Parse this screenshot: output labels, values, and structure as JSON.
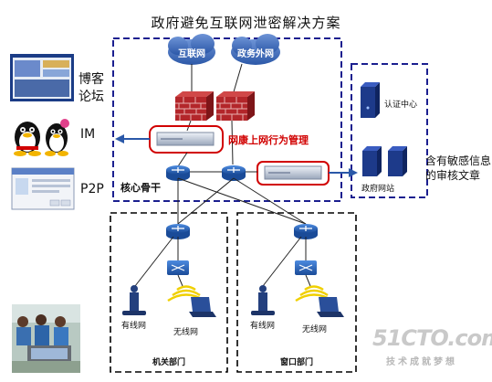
{
  "title": "政府避免互联网泄密解决方案",
  "clouds": {
    "internet": "互联网",
    "gov_extranet": "政务外网"
  },
  "left_labels": {
    "blog": "博客\n论坛",
    "im": "IM",
    "p2p": "P2P"
  },
  "core_label": "核心骨干",
  "audit_label": "网康上网行为管理",
  "right": {
    "auth": "认证中心",
    "gov_site": "政府网站",
    "sensitive": "含有敏感信息\n的审核文章"
  },
  "departments": [
    {
      "name": "机关部门",
      "wired": "有线网",
      "wireless": "无线网"
    },
    {
      "name": "窗口部门",
      "wired": "有线网",
      "wireless": "无线网"
    }
  ],
  "watermark": {
    "brand": "51CTO.com",
    "slogan": "技术成就梦想"
  },
  "colors": {
    "dash_blue": "#1b1f8f",
    "dash_black": "#000000",
    "audit_red": "#d10000",
    "firewall": "#b22222",
    "switch_blue": "#1f5fb0"
  }
}
